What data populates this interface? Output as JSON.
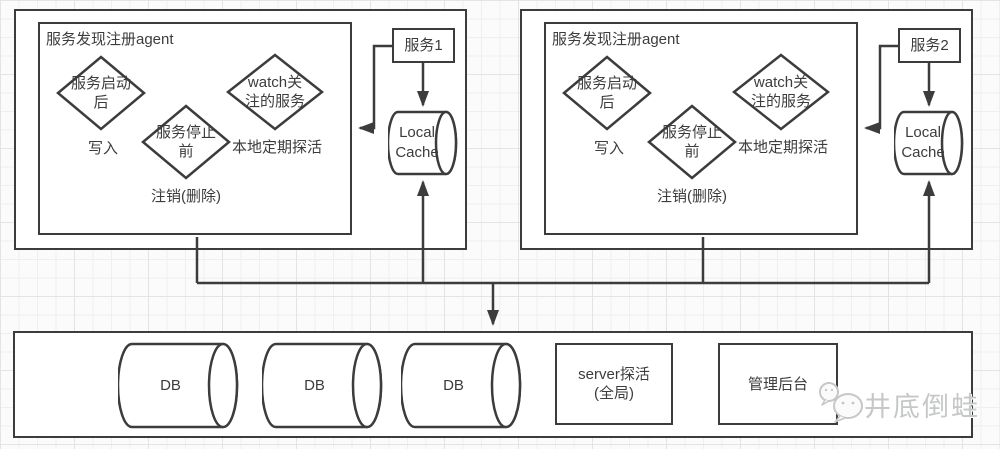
{
  "colors": {
    "line": "#3c3c3c",
    "box_fill": "#ffffff",
    "background": "#fbfbfb",
    "grid_line": "#eeefef",
    "watermark": "#c6c8c8"
  },
  "agents": [
    {
      "title": "服务发现注册agent",
      "diamond_start": "服务启动\n后",
      "diamond_stop": "服务停止\n前",
      "diamond_watch": "watch关\n注的服务",
      "label_write": "写入",
      "label_deregister": "注销(删除)",
      "label_probe": "本地定期探活",
      "service_label": "服务1",
      "cache_label": "Local\nCache"
    },
    {
      "title": "服务发现注册agent",
      "diamond_start": "服务启动\n后",
      "diamond_stop": "服务停止\n前",
      "diamond_watch": "watch关\n注的服务",
      "label_write": "写入",
      "label_deregister": "注销(删除)",
      "label_probe": "本地定期探活",
      "service_label": "服务2",
      "cache_label": "Local\nCache"
    }
  ],
  "backend": {
    "dbs": [
      "DB",
      "DB",
      "DB"
    ],
    "server_probe_label": "server探活\n(全局)",
    "admin_label": "管理后台"
  },
  "watermark": {
    "text": "井底倒蛙",
    "icon": "wechat-icon"
  }
}
